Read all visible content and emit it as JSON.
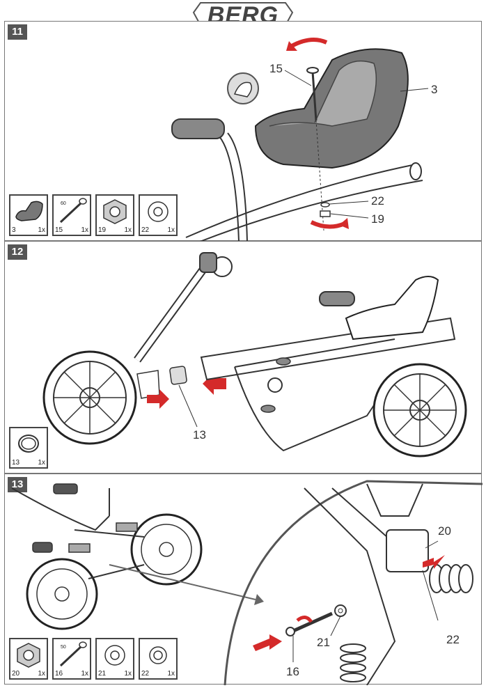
{
  "brand": {
    "logo": "BERG"
  },
  "steps": [
    {
      "number": "11",
      "callouts": {
        "c15": "15",
        "c3": "3",
        "c22": "22",
        "c19": "19"
      },
      "parts": [
        {
          "num": "3",
          "qty": "1x",
          "icon": "seat-icon"
        },
        {
          "num": "15",
          "qty": "1x",
          "icon": "bolt-icon",
          "length": "60"
        },
        {
          "num": "19",
          "qty": "1x",
          "icon": "nut-icon"
        },
        {
          "num": "22",
          "qty": "1x",
          "icon": "washer-icon"
        }
      ]
    },
    {
      "number": "12",
      "callouts": {
        "c13": "13"
      },
      "parts": [
        {
          "num": "13",
          "qty": "1x",
          "icon": "bushing-icon"
        }
      ]
    },
    {
      "number": "13",
      "callouts": {
        "c20": "20",
        "c21": "21",
        "c22": "22",
        "c16": "16"
      },
      "parts": [
        {
          "num": "20",
          "qty": "1x",
          "icon": "nut-icon"
        },
        {
          "num": "16",
          "qty": "1x",
          "icon": "bolt-icon",
          "length": "50"
        },
        {
          "num": "21",
          "qty": "1x",
          "icon": "washer-icon"
        },
        {
          "num": "22",
          "qty": "1x",
          "icon": "washer-icon"
        }
      ]
    }
  ],
  "colors": {
    "arrow": "#d42a2a",
    "line": "#333333",
    "panel_border": "#777777",
    "step_badge": "#555555"
  }
}
